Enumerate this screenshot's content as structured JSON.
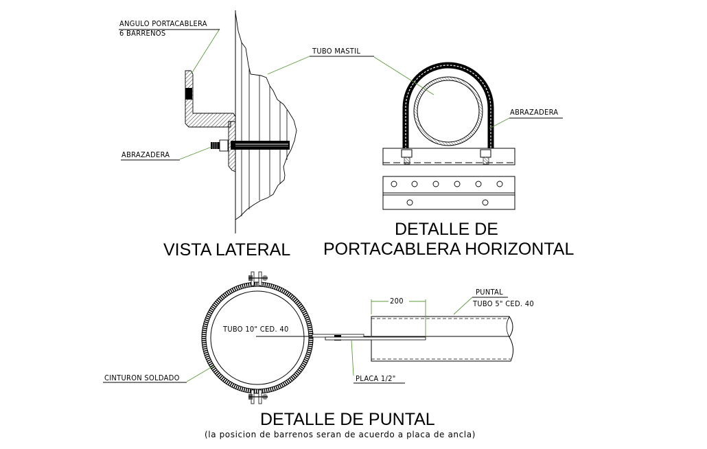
{
  "drawing": {
    "views": {
      "lateral": {
        "title": "VISTA LATERAL",
        "labels": {
          "angulo_line1": "ANGULO PORTACABLERA",
          "angulo_line2": "6 BARRENOS",
          "abrazadera": "ABRAZADERA"
        }
      },
      "portacablera": {
        "title_line1": "DETALLE  DE",
        "title_line2": "PORTACABLERA HORIZONTAL",
        "labels": {
          "tubo_mastil": "TUBO MASTIL",
          "abrazadera": "ABRAZADERA"
        },
        "plate_holes_top_row": 6,
        "plate_holes_bottom_row": 2
      },
      "puntal": {
        "title": "DETALLE DE PUNTAL",
        "note": "(la posicion de barrenos seran de acuerdo a placa de ancla)",
        "labels": {
          "tubo_10": "TUBO 10\" CED. 40",
          "cinturon": "CINTURON SOLDADO",
          "placa": "PLACA 1/2\"",
          "puntal": "PUNTAL",
          "tubo_5": "TUBO 5\" CED. 40"
        },
        "dimension": "200"
      }
    },
    "colors": {
      "line": "#000000",
      "leader": "#5a9a3a",
      "background": "#ffffff"
    }
  }
}
